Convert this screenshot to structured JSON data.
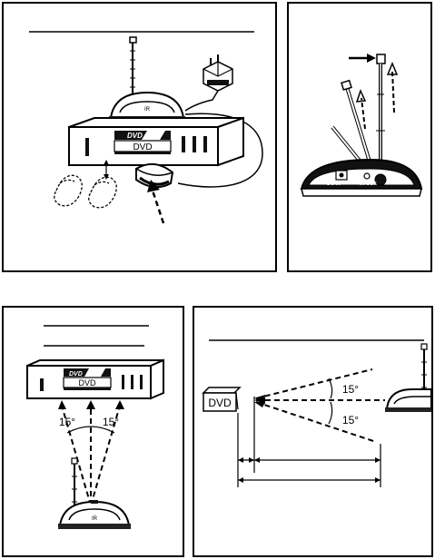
{
  "panel_a": {
    "receiver_label": "IR",
    "dvd_logo": "DVD",
    "dvd_label": "DVD"
  },
  "panel_b": {
    "jack_dc_in": "DC IN",
    "jack_ir_out": "IR OUT"
  },
  "panel_c": {
    "dvd_logo": "DVD",
    "dvd_label": "DVD",
    "angle_left": "15°",
    "angle_right": "15°",
    "receiver_label": "IR"
  },
  "panel_d": {
    "dvd_label": "DVD",
    "angle_top": "15°",
    "angle_bottom": "15°"
  }
}
